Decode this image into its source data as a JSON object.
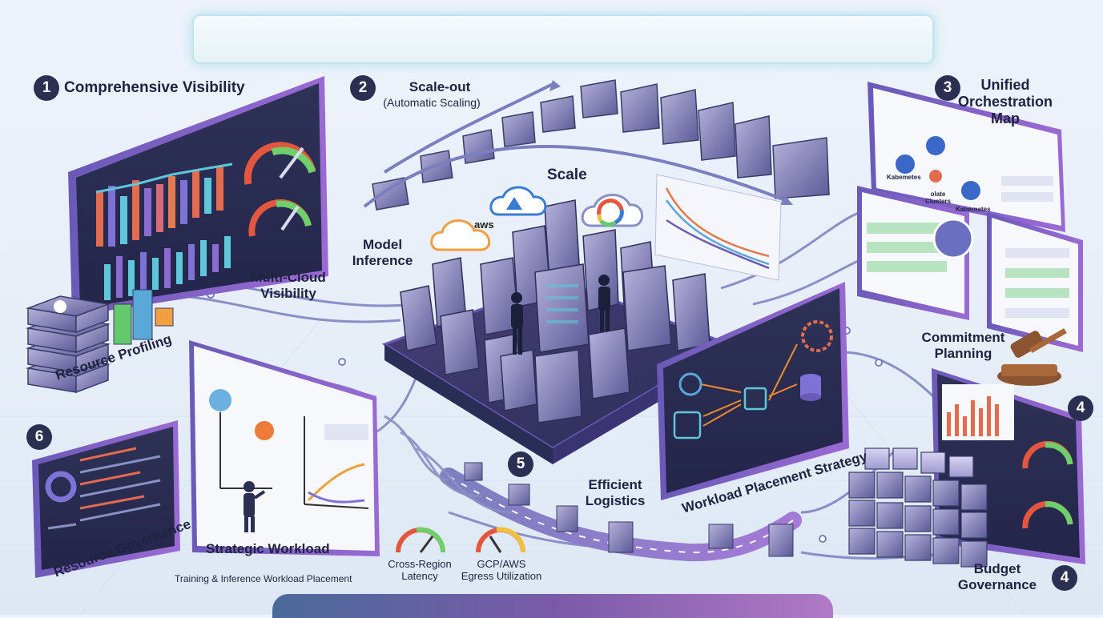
{
  "banner": {
    "text": ""
  },
  "sections": {
    "s1": {
      "num": "1",
      "label": "Comprehensive Visibility"
    },
    "s2": {
      "num": "2",
      "label": "Scale-out",
      "sublabel": "(Automatic Scaling)"
    },
    "s3": {
      "num": "3",
      "label": "Unified Orchestration Map",
      "line1": "Unified",
      "line2": "Orchestration",
      "line3": "Map"
    },
    "s4a": {
      "num": "4"
    },
    "s4b": {
      "num": "4",
      "label": "Budget Governance",
      "line1": "Budget",
      "line2": "Governance"
    },
    "s5": {
      "num": "5",
      "label": "Efficient Logistics",
      "line1": "Efficient",
      "line2": "Logistics"
    },
    "s6": {
      "num": "6",
      "label": "Resource Governance"
    }
  },
  "labels": {
    "scale": "Scale",
    "model_inference_1": "Model",
    "model_inference_2": "Inference",
    "multi_cloud_1": "Multi-Cloud",
    "multi_cloud_2": "Visibility",
    "resource_profiling": "Resource Profiling",
    "commitment_1": "Commitment",
    "commitment_2": "Planning",
    "workload_placement_strategy": "Workload Placement Strategy",
    "strategic_workload": "Strategic Workload",
    "training_inference": "Training & Inference Workload Placement",
    "cross_region_1": "Cross-Region",
    "cross_region_2": "Latency",
    "egress_1": "GCP/AWS",
    "egress_2": "Egress Utilization",
    "kubernetes_1": "Kabemetes",
    "kubernetes_2": "Kabernetes",
    "clusters_1": "olate",
    "clusters_2": "Clusters"
  },
  "clouds": {
    "aws": "aws"
  },
  "colors": {
    "dark_panel": "#2b2f52",
    "accent_purple": "#8a5bd0",
    "accent_teal": "#3fb8c8",
    "accent_orange": "#f08a2a",
    "background": "#e9eff8"
  },
  "icons": [
    "aws-cloud-icon",
    "azure-cloud-icon",
    "gcp-cloud-icon",
    "kubernetes-icon",
    "gavel-icon",
    "gauge-icon",
    "database-icon",
    "person-icon",
    "server-rack-icon"
  ]
}
